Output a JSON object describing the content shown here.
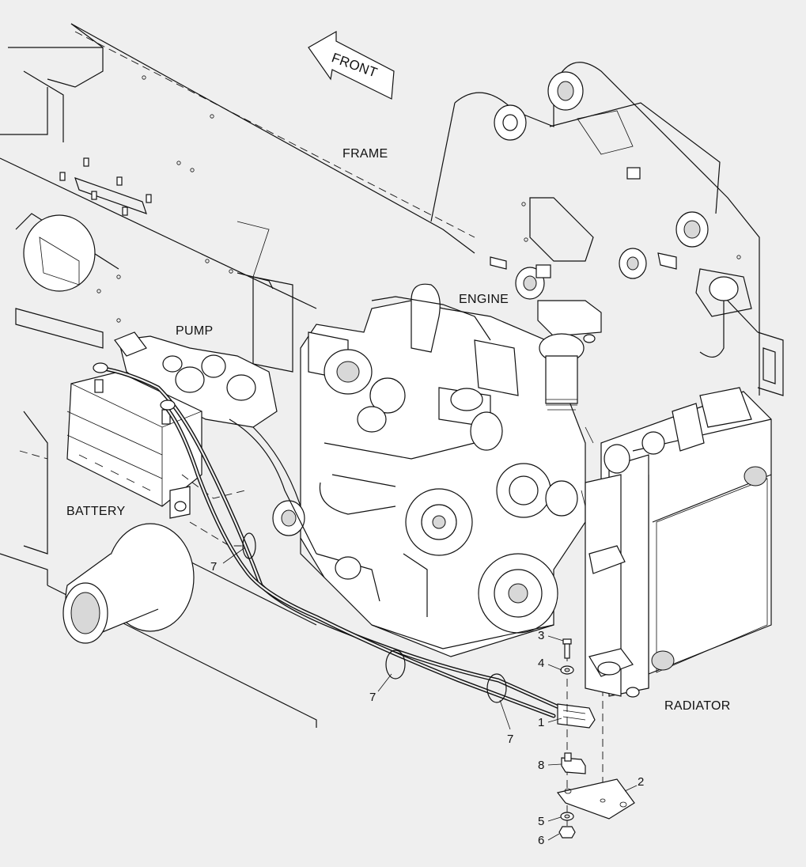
{
  "labels": {
    "front": "FRONT",
    "frame": "FRAME",
    "engine": "ENGINE",
    "pump": "PUMP",
    "battery": "BATTERY",
    "radiator": "RADIATOR"
  },
  "callouts": {
    "c1": "1",
    "c2": "2",
    "c3": "3",
    "c4": "4",
    "c5": "5",
    "c6": "6",
    "c7a": "7",
    "c7b": "7",
    "c7c": "7",
    "c8": "8"
  },
  "colors": {
    "background": "#efefef",
    "line": "#111111"
  }
}
